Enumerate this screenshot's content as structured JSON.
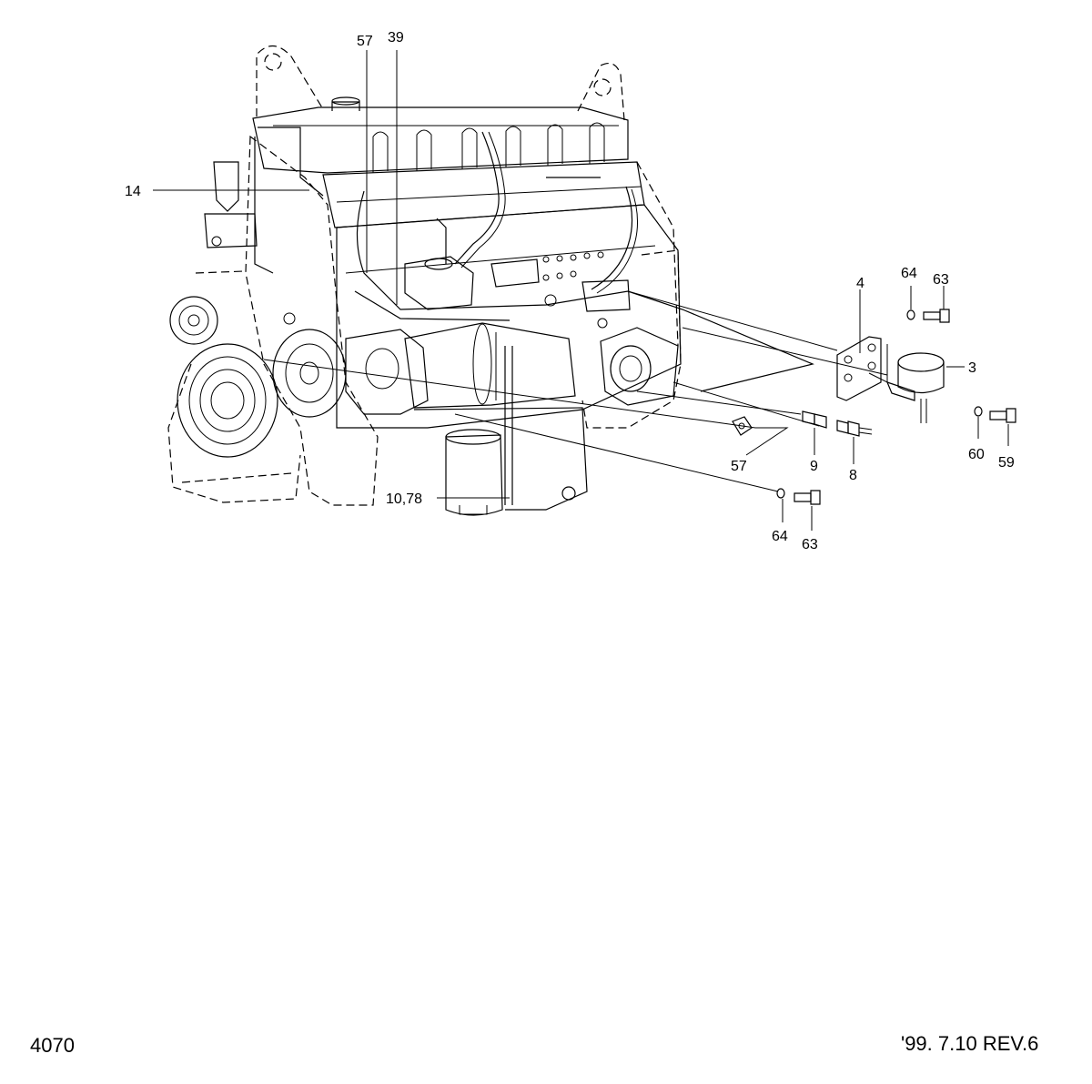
{
  "callouts": {
    "c57_top": "57",
    "c39": "39",
    "c14": "14",
    "c4": "4",
    "c64_right": "64",
    "c63_right": "63",
    "c3": "3",
    "c60": "60",
    "c59": "59",
    "c9": "9",
    "c8": "8",
    "c57_bottom": "57",
    "c10_78": "10,78",
    "c64_bottom": "64",
    "c63_bottom": "63"
  },
  "footer": {
    "page_number": "4070",
    "revision": "'99. 7.10  REV.6"
  }
}
